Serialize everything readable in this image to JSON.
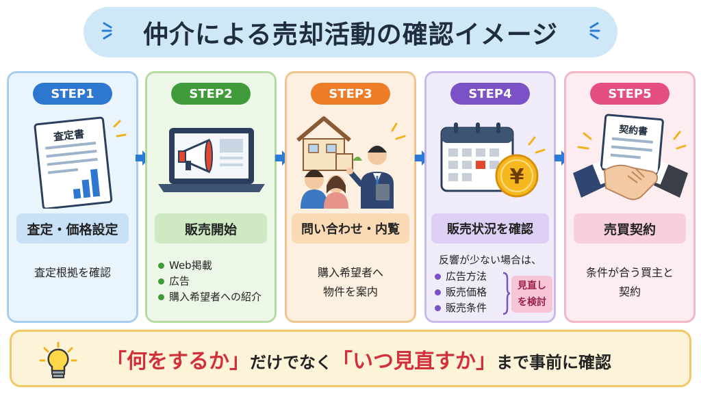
{
  "title": "仲介による売却活動の確認イメージ",
  "steps": [
    {
      "badge": "STEP1",
      "doc_title": "査定書",
      "label": "査定・価格設定",
      "desc": "査定根拠を確認"
    },
    {
      "badge": "STEP2",
      "label": "販売開始",
      "bullets": [
        "Web掲載",
        "広告",
        "購入希望者への紹介"
      ]
    },
    {
      "badge": "STEP3",
      "label": "問い合わせ・内覧",
      "desc_lines": [
        "購入希望者へ",
        "物件を案内"
      ]
    },
    {
      "badge": "STEP4",
      "label": "販売状況を確認",
      "coin": "¥",
      "intro": "反響が少ない場合は、",
      "bullets": [
        "広告方法",
        "販売価格",
        "販売条件"
      ],
      "review_lines": [
        "見直し",
        "を検討"
      ]
    },
    {
      "badge": "STEP5",
      "doc_title": "契約書",
      "label": "売買契約",
      "desc_lines": [
        "条件が合う買主と",
        "契約"
      ]
    }
  ],
  "banner": {
    "q1": "「何をするか」",
    "mid": "だけでなく",
    "q2": "「いつ見直すか」",
    "tail": "まで事前に確認"
  },
  "colors": {
    "step1": "#2d77d1",
    "step2": "#3f9b3a",
    "step3": "#ee7d2a",
    "step4": "#7a52c6",
    "step5": "#e54e80",
    "accent_red": "#d12f3a",
    "arrow": "#2a7bd6"
  },
  "icons": [
    "sparkle-icon",
    "report-document-icon",
    "laptop-megaphone-icon",
    "house-people-icon",
    "calendar-yen-icon",
    "contract-handshake-icon",
    "lightbulb-icon",
    "arrow-right-icon"
  ]
}
